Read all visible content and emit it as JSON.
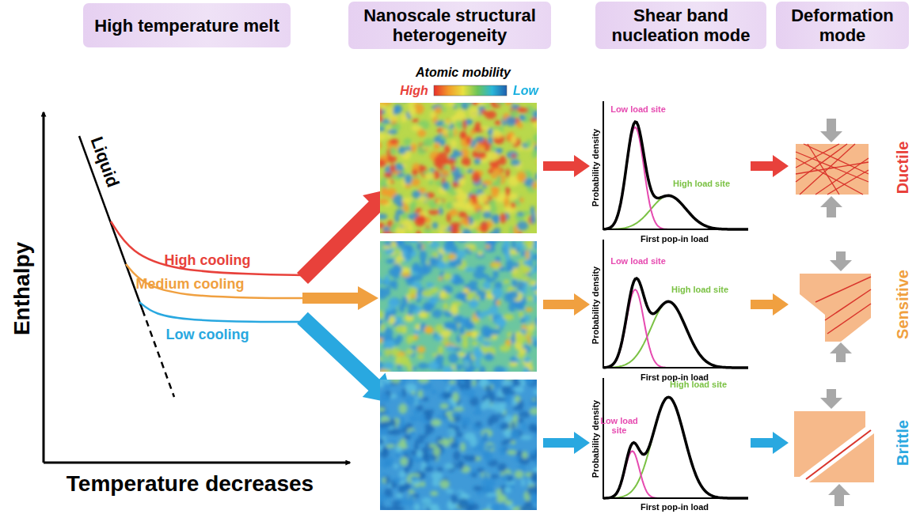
{
  "diagram": {
    "nodes": [
      {
        "text": [
          "High temperature melt"
        ]
      },
      {
        "text": [
          "Nanoscale structural heterogeneity"
        ]
      },
      {
        "text": [
          "Shear band nucleation mode"
        ]
      },
      {
        "text": [
          "Deformation mode"
        ]
      }
    ],
    "labels": [
      "Liquid",
      "High cooling",
      "Medium cooling",
      "Low cooling",
      "Enthalpy",
      "Temperature decreases",
      "Atomic mobility",
      "High",
      "Low",
      "Low load site",
      "High load site",
      "Probability density",
      "First pop-in load",
      "Low load site",
      "High load site",
      "Probability density",
      "First pop-in load",
      "Low load site",
      "High load site",
      "Probability density",
      "First pop-in load",
      "Ductile",
      "Sensitive",
      "Brittle"
    ]
  }
}
